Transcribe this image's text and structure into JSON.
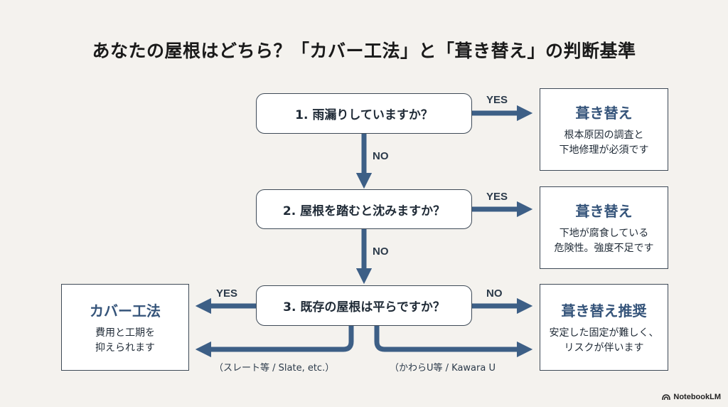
{
  "title": "あなたの屋根はどちら？「カバー工法」と「葺き替え」の判断基準",
  "questions": [
    {
      "text": "1. 雨漏りしていますか？"
    },
    {
      "text": "2. 屋根を踏むと沈みますか？"
    },
    {
      "text": "3. 既存の屋根は平らですか？"
    }
  ],
  "results": [
    {
      "heading": "葺き替え",
      "desc": "根本原因の調査と\n下地修理が必須です"
    },
    {
      "heading": "葺き替え",
      "desc": "下地が腐食している\n危険性。強度不足です"
    },
    {
      "heading": "カバー工法",
      "desc": "費用と工期を\n抑えられます"
    },
    {
      "heading": "葺き替え推奨",
      "desc": "安定した固定が難しく、\nリスクが伴います"
    }
  ],
  "labels": {
    "yes": "YES",
    "no": "NO"
  },
  "captions": {
    "left": "（スレート等 / Slate, etc.）",
    "right": "（かわらU等 / Kawara U"
  },
  "logo": "NotebookLM",
  "colors": {
    "arrow": "#3d5f86",
    "heading": "#35547a",
    "border": "#3e4a57",
    "background": "#f4f2ee"
  }
}
